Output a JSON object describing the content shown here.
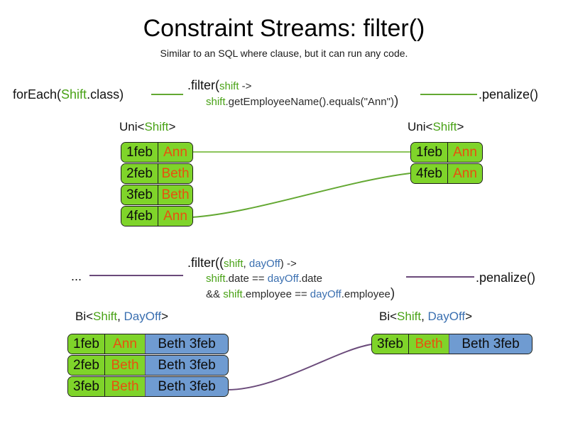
{
  "slide": {
    "title": "Constraint Streams: filter()",
    "subtitle": "Similar to an SQL where clause, but it can run any code."
  },
  "colors": {
    "shift_green": "#49a216",
    "dayoff_blue": "#3a6fb0",
    "card_green": "#7fd42a",
    "card_blue": "#6f9bd1",
    "name_orange": "#e8500f",
    "wire_green": "#63a832",
    "wire_purple": "#6a4a7a"
  },
  "uni_section": {
    "source_label": "forEach(",
    "source_type": "Shift",
    "source_tail": ".class)",
    "filter": {
      "head": ".filter(",
      "param": "shift",
      "arrow": " ->",
      "body": ".getEmployeeName().equals(\"Ann\")",
      "body_prefix": "shift",
      "tail": ")"
    },
    "terminal_label": ".penalize()",
    "input_stack_label_prefix": "Uni<",
    "input_stack_label_type": "Shift",
    "input_stack_label_suffix": ">",
    "output_stack_label_prefix": "Uni<",
    "output_stack_label_type": "Shift",
    "output_stack_label_suffix": ">",
    "input_rows": [
      {
        "date": "1feb",
        "name": "Ann"
      },
      {
        "date": "2feb",
        "name": "Beth"
      },
      {
        "date": "3feb",
        "name": "Beth"
      },
      {
        "date": "4feb",
        "name": "Ann"
      }
    ],
    "output_rows": [
      {
        "date": "1feb",
        "name": "Ann"
      },
      {
        "date": "4feb",
        "name": "Ann"
      }
    ]
  },
  "bi_section": {
    "source_label": "...",
    "filter": {
      "head": ".filter((",
      "param1": "shift",
      "comma": ", ",
      "param2": "dayOff",
      "arrow": ") ->",
      "line2_a": "shift",
      "line2_b": ".date == ",
      "line2_c": "dayOff",
      "line2_d": ".date",
      "line3_a": "&& ",
      "line3_b": "shift",
      "line3_c": ".employee == ",
      "line3_d": "dayOff",
      "line3_e": ".employee",
      "tail": ")"
    },
    "terminal_label": ".penalize()",
    "input_stack_label_prefix": "Bi<",
    "input_stack_label_type1": "Shift",
    "input_stack_label_comma": ", ",
    "input_stack_label_type2": "DayOff",
    "input_stack_label_suffix": ">",
    "output_stack_label_prefix": "Bi<",
    "output_stack_label_type1": "Shift",
    "output_stack_label_comma": ", ",
    "output_stack_label_type2": "DayOff",
    "output_stack_label_suffix": ">",
    "input_rows": [
      {
        "date": "1feb",
        "name": "Ann",
        "dayoff": "Beth 3feb"
      },
      {
        "date": "2feb",
        "name": "Beth",
        "dayoff": "Beth 3feb"
      },
      {
        "date": "3feb",
        "name": "Beth",
        "dayoff": "Beth 3feb"
      }
    ],
    "output_rows": [
      {
        "date": "3feb",
        "name": "Beth",
        "dayoff": "Beth 3feb"
      }
    ]
  }
}
